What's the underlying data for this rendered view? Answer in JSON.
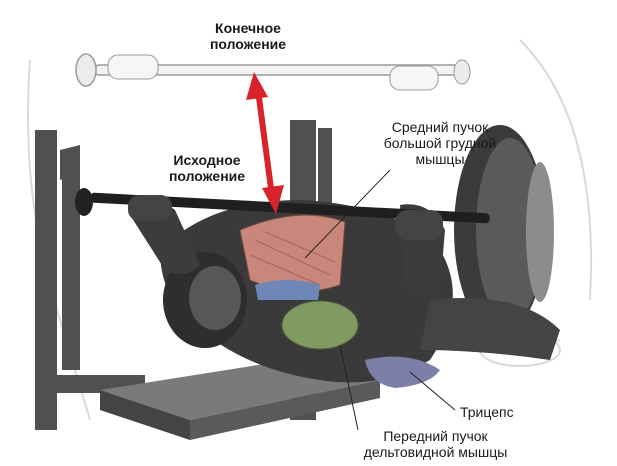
{
  "labels": {
    "end_position": "Конечное\nположение",
    "start_position": "Исходное\nположение",
    "middle_pec": "Средний пучок\nбольшой грудной\nмышцы",
    "triceps": "Трицепс",
    "front_delt": "Передний пучок\nдельтовидной мышцы"
  },
  "colors": {
    "arrow": "#d8232a",
    "pectoral": "#c9867a",
    "deltoid": "#7f9b62",
    "triceps": "#7d7fa8",
    "rack": "#4a4a4a",
    "skin_shadow": "#2f2f2f"
  },
  "icons": {
    "arrow": "double-headed-vertical-arrow"
  }
}
